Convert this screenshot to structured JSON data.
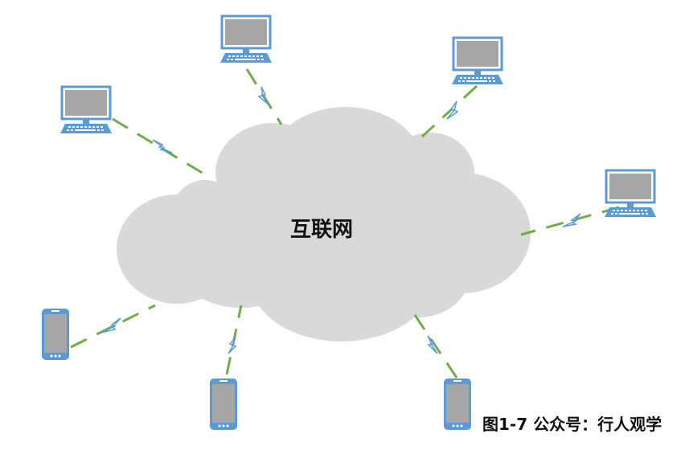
{
  "diagram": {
    "center_label": "互联网",
    "caption": "图1-7 公众号：行人观学",
    "colors": {
      "cloud": "#d9d9d9",
      "device_outline": "#5b9bd5",
      "screen": "#a6a6a6",
      "link": "#70ad47",
      "lightning": "#5b9bd5"
    },
    "devices": [
      {
        "id": "laptop-top-left",
        "type": "laptop"
      },
      {
        "id": "laptop-top-center",
        "type": "laptop"
      },
      {
        "id": "laptop-top-right",
        "type": "laptop"
      },
      {
        "id": "laptop-right",
        "type": "laptop"
      },
      {
        "id": "phone-left",
        "type": "phone"
      },
      {
        "id": "phone-bottom-center",
        "type": "phone"
      },
      {
        "id": "phone-bottom-right",
        "type": "phone"
      }
    ]
  }
}
